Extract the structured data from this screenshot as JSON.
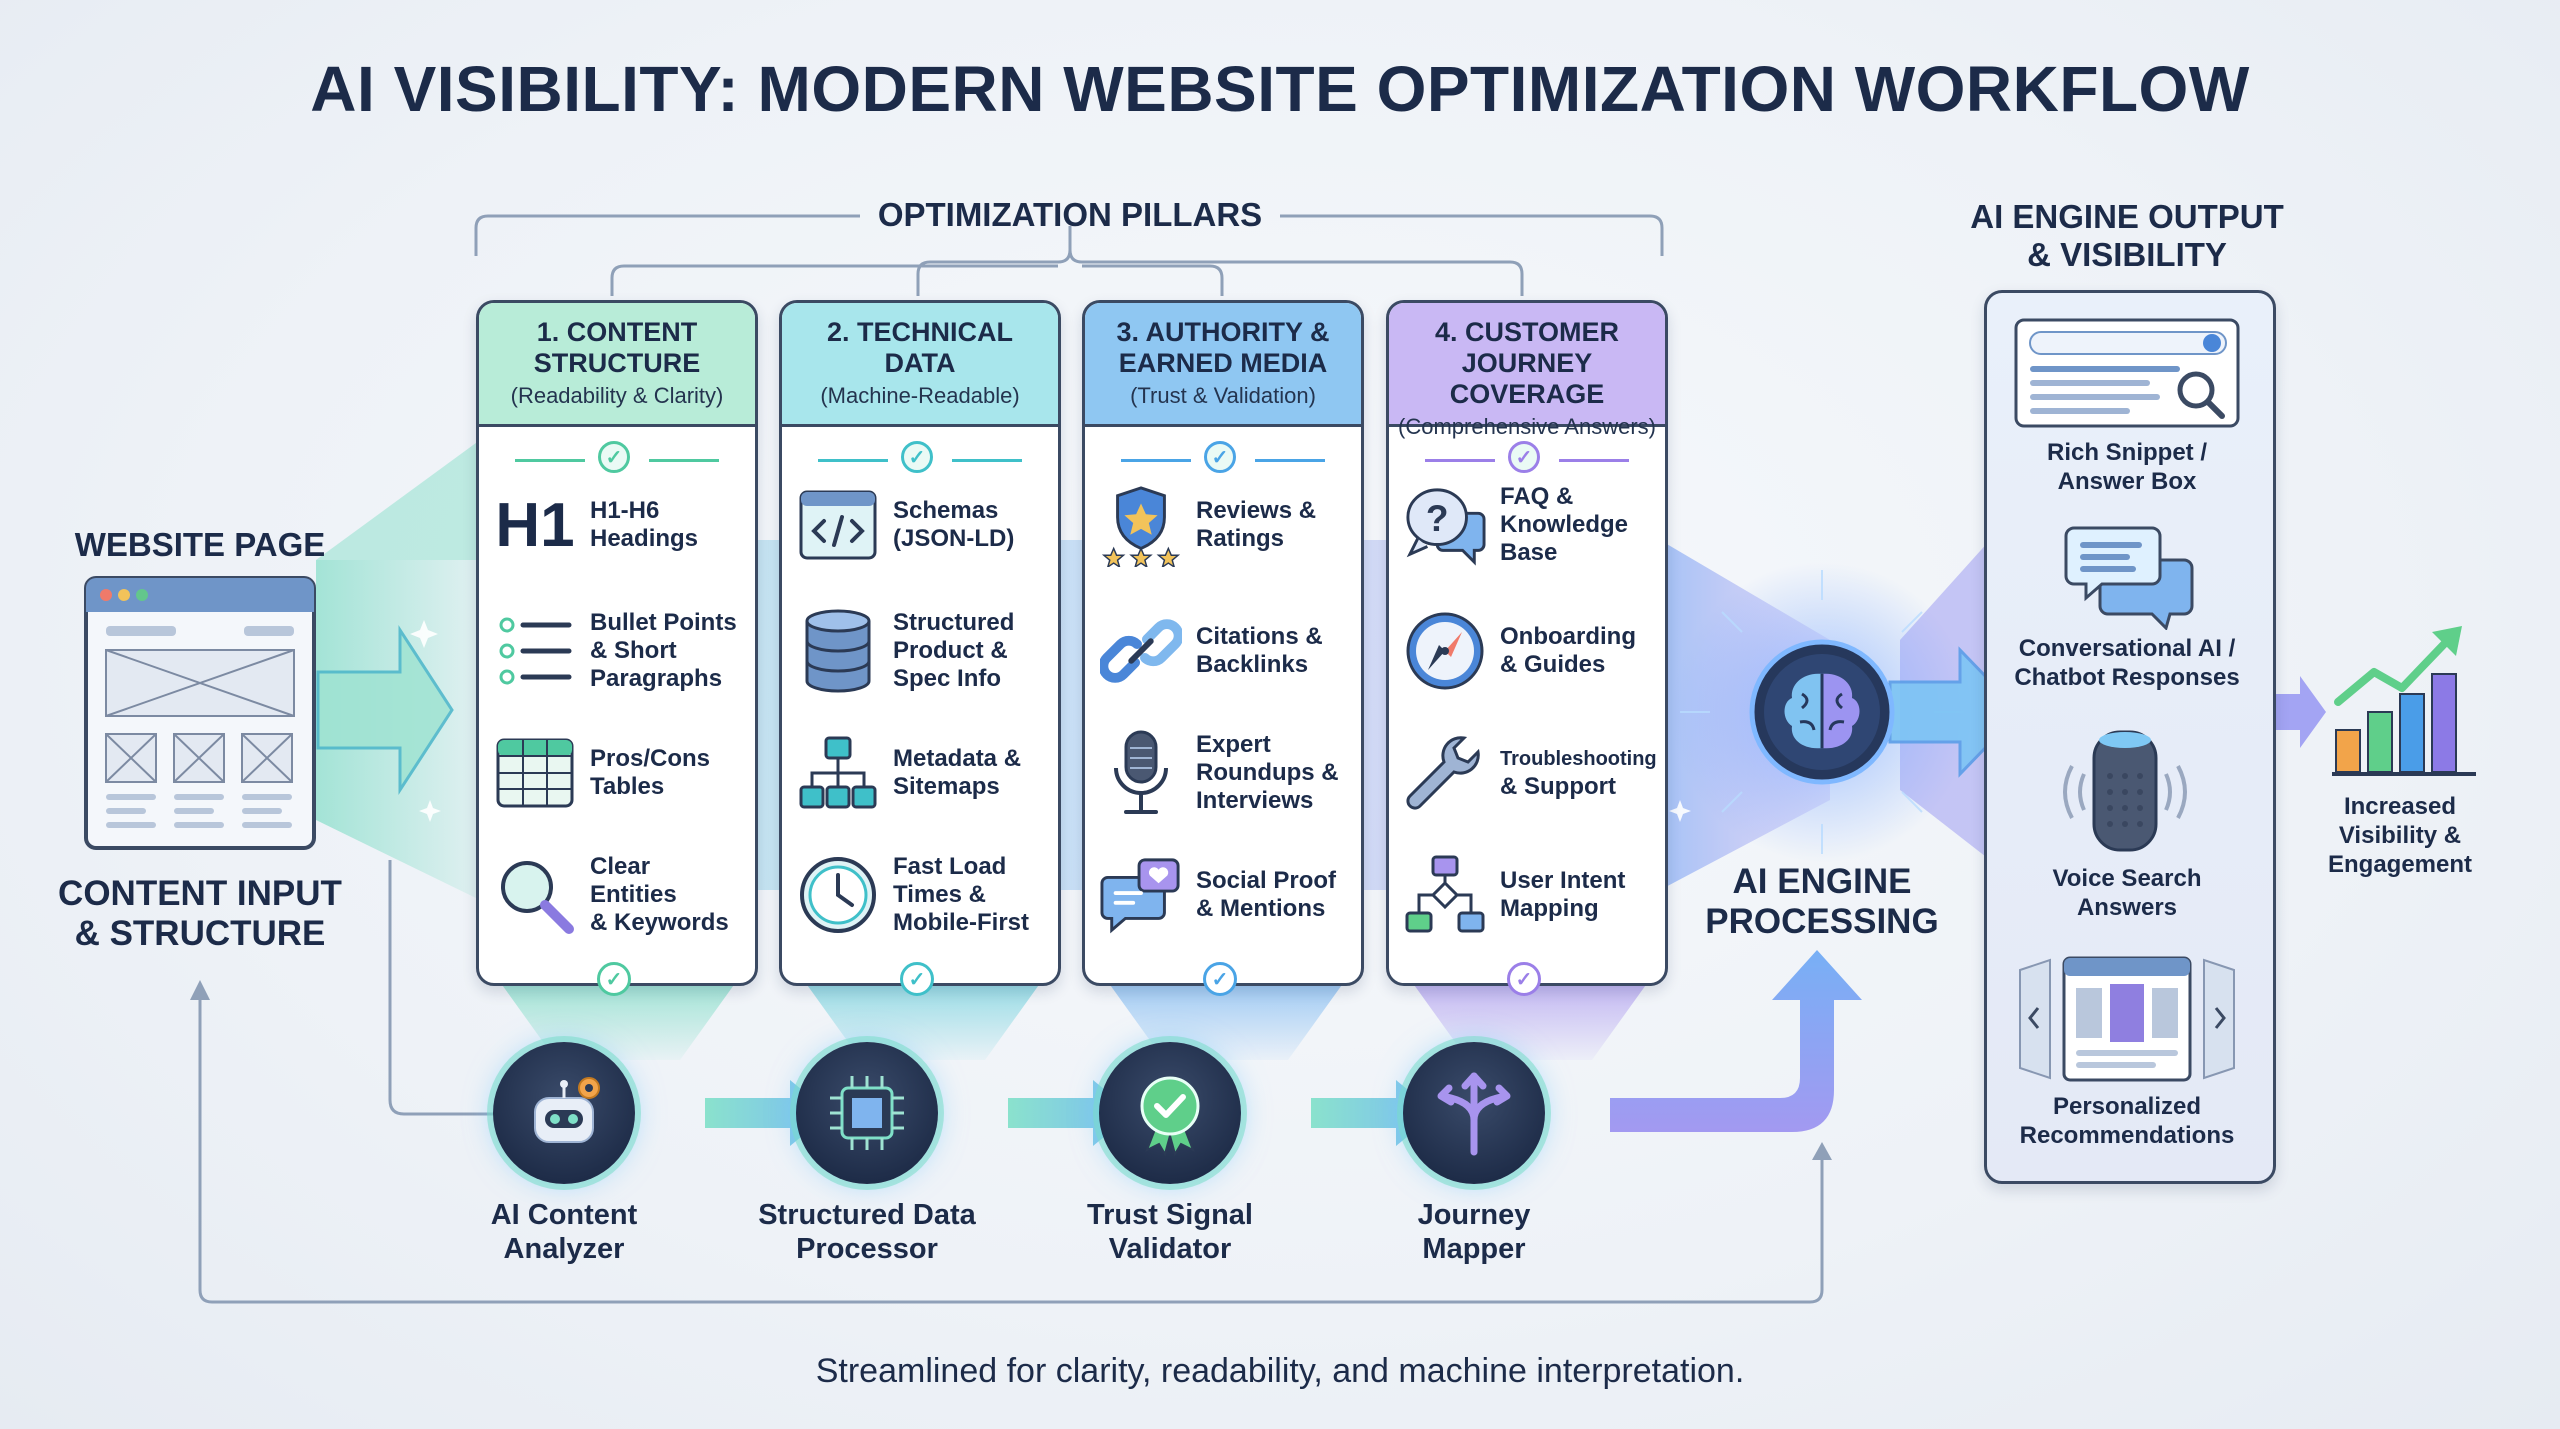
{
  "title": "AI VISIBILITY: MODERN WEBSITE OPTIMIZATION WORKFLOW",
  "pillars_label": "OPTIMIZATION PILLARS",
  "input": {
    "label": "WEBSITE PAGE",
    "caption_line1": "CONTENT INPUT",
    "caption_line2": "& STRUCTURE"
  },
  "pillars": [
    {
      "title_line1": "1. CONTENT",
      "title_line2": "STRUCTURE",
      "subtitle": "(Readability & Clarity)",
      "accent": "#4fc9a0",
      "header_bg": "#b8ecd8",
      "items": [
        {
          "icon": "h1-icon",
          "glyph": "H1",
          "line1": "H1-H6",
          "line2": "Headings",
          "line3": ""
        },
        {
          "icon": "bullet-list-icon",
          "line1": "Bullet Points",
          "line2": "& Short",
          "line3": "Paragraphs"
        },
        {
          "icon": "table-icon",
          "line1": "Pros/Cons",
          "line2": "Tables",
          "line3": ""
        },
        {
          "icon": "magnifier-icon",
          "line1": "Clear Entities",
          "line2": "& Keywords",
          "line3": ""
        }
      ]
    },
    {
      "title_line1": "2. TECHNICAL",
      "title_line2": "DATA",
      "subtitle": "(Machine-Readable)",
      "accent": "#3fc0c9",
      "header_bg": "#a8e6ec",
      "items": [
        {
          "icon": "code-window-icon",
          "glyph": "</>",
          "line1": "Schemas",
          "line2": "(JSON-LD)",
          "line3": ""
        },
        {
          "icon": "database-icon",
          "line1": "Structured",
          "line2": "Product &",
          "line3": "Spec Info"
        },
        {
          "icon": "sitemap-icon",
          "line1": "Metadata &",
          "line2": "Sitemaps",
          "line3": ""
        },
        {
          "icon": "clock-icon",
          "line1": "Fast Load",
          "line2": "Times &",
          "line3": "Mobile-First"
        }
      ]
    },
    {
      "title_line1": "3. AUTHORITY &",
      "title_line2": "EARNED MEDIA",
      "subtitle": "(Trust & Validation)",
      "accent": "#4aa4e6",
      "header_bg": "#8fc7f2",
      "items": [
        {
          "icon": "shield-star-icon",
          "line1": "Reviews &",
          "line2": "Ratings",
          "line3": ""
        },
        {
          "icon": "chain-link-icon",
          "line1": "Citations &",
          "line2": "Backlinks",
          "line3": ""
        },
        {
          "icon": "microphone-icon",
          "line1": "Expert",
          "line2": "Roundups &",
          "line3": "Interviews"
        },
        {
          "icon": "chat-heart-icon",
          "line1": "Social Proof",
          "line2": "& Mentions",
          "line3": ""
        }
      ]
    },
    {
      "title_line1": "4. CUSTOMER",
      "title_line2": "JOURNEY COVERAGE",
      "subtitle": "(Comprehensive Answers)",
      "accent": "#9b7fe8",
      "header_bg": "#c9b8f4",
      "items": [
        {
          "icon": "faq-bubble-icon",
          "glyph": "?",
          "line1": "FAQ &",
          "line2": "Knowledge",
          "line3": "Base"
        },
        {
          "icon": "compass-icon",
          "line1": "Onboarding",
          "line2": "& Guides",
          "line3": ""
        },
        {
          "icon": "wrench-icon",
          "line1": "Troubleshooting",
          "line2": "& Support",
          "line3": ""
        },
        {
          "icon": "flowchart-icon",
          "line1": "User Intent",
          "line2": "Mapping",
          "line3": ""
        }
      ]
    }
  ],
  "processors": [
    {
      "icon": "robot-gear-icon",
      "line1": "AI Content",
      "line2": "Analyzer"
    },
    {
      "icon": "chip-icon",
      "line1": "Structured Data",
      "line2": "Processor"
    },
    {
      "icon": "badge-check-icon",
      "line1": "Trust Signal",
      "line2": "Validator"
    },
    {
      "icon": "split-arrows-icon",
      "line1": "Journey",
      "line2": "Mapper"
    }
  ],
  "engine": {
    "line1": "AI ENGINE",
    "line2": "PROCESSING"
  },
  "output": {
    "title_line1": "AI ENGINE OUTPUT",
    "title_line2": "& VISIBILITY",
    "items": [
      {
        "icon": "search-snippet-icon",
        "line1": "Rich Snippet /",
        "line2": "Answer Box"
      },
      {
        "icon": "chat-bubbles-icon",
        "line1": "Conversational AI /",
        "line2": "Chatbot Responses"
      },
      {
        "icon": "smart-speaker-icon",
        "line1": "Voice Search",
        "line2": "Answers"
      },
      {
        "icon": "carousel-icon",
        "line1": "Personalized",
        "line2": "Recommendations"
      }
    ]
  },
  "result": {
    "icon": "growth-chart-icon",
    "line1": "Increased",
    "line2": "Visibility &",
    "line3": "Engagement"
  },
  "footer": "Streamlined for clarity, readability, and machine interpretation."
}
